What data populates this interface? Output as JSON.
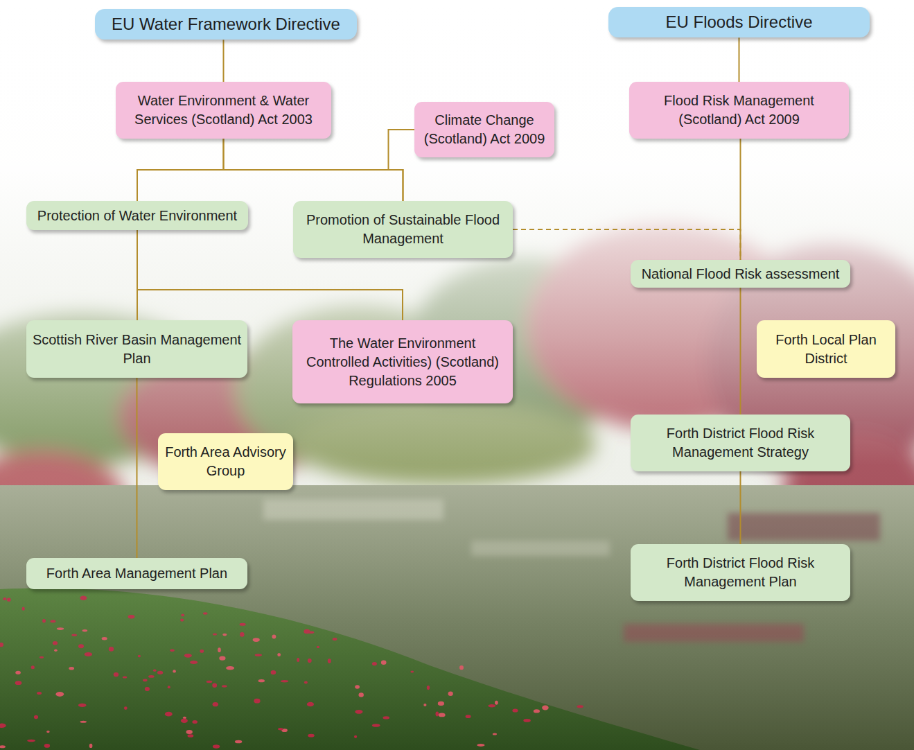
{
  "diagram": {
    "nodes": [
      {
        "text": [
          "EU Water Framework Directive"
        ]
      },
      {
        "text": [
          "EU Floods Directive"
        ]
      },
      {
        "text": [
          "Water Environment & Water Services (Scotland) Act 2003"
        ]
      },
      {
        "text": [
          "Climate Change (Scotland) Act 2009"
        ]
      },
      {
        "text": [
          "Flood Risk Management (Scotland) Act 2009"
        ]
      },
      {
        "text": [
          "Protection of Water Environment"
        ]
      },
      {
        "text": [
          "Promotion of Sustainable Flood Management"
        ]
      },
      {
        "text": [
          "National Flood Risk assessment"
        ]
      },
      {
        "text": [
          "Scottish River Basin Management Plan"
        ]
      },
      {
        "text": [
          "The Water Environment Controlled Activities) (Scotland) Regulations 2005"
        ]
      },
      {
        "text": [
          "Forth Local Plan District"
        ]
      },
      {
        "text": [
          "Forth Area Advisory Group"
        ]
      },
      {
        "text": [
          "Forth District Flood Risk Management Strategy"
        ]
      },
      {
        "text": [
          "Forth Area Management Plan"
        ]
      },
      {
        "text": [
          "Forth District Flood Risk Management Plan"
        ]
      }
    ],
    "edges": [
      {
        "from": 0,
        "to": 2,
        "arrow": "none"
      },
      {
        "from": 2,
        "to": 5,
        "arrow": "none"
      },
      {
        "from": 2,
        "to": 6,
        "arrow": "none"
      },
      {
        "from": 3,
        "to": 6,
        "arrow": "none"
      },
      {
        "from": 1,
        "to": 4,
        "arrow": "none"
      },
      {
        "from": 4,
        "to": 7,
        "arrow": "none"
      },
      {
        "from": 6,
        "to": 7,
        "arrow": "none"
      },
      {
        "from": 5,
        "to": 8,
        "arrow": "none"
      },
      {
        "from": 5,
        "to": 9,
        "arrow": "none"
      },
      {
        "from": 8,
        "to": 13,
        "arrow": "none"
      },
      {
        "from": 7,
        "to": 12,
        "arrow": "none"
      },
      {
        "from": 12,
        "to": 14,
        "arrow": "none"
      }
    ]
  }
}
